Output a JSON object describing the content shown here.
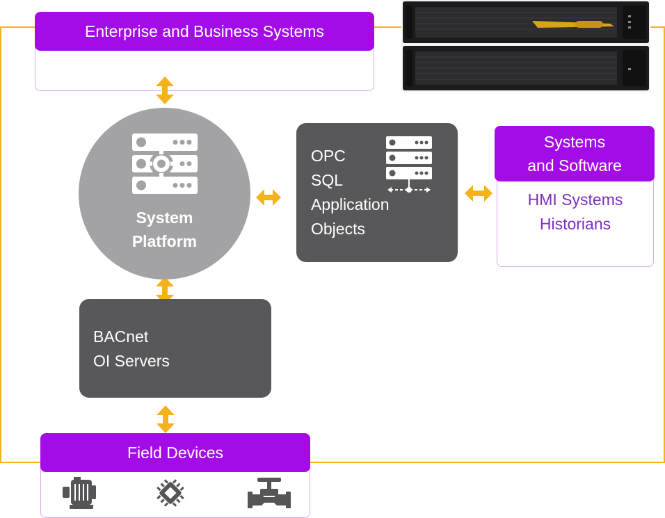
{
  "diagram": {
    "enterprise": {
      "title": "Enterprise and Business Systems"
    },
    "system_platform": {
      "line1": "System",
      "line2": "Platform"
    },
    "opc_box": {
      "lines": [
        "OPC",
        "SQL",
        "Application",
        "Objects"
      ]
    },
    "systems_software": {
      "title_line1": "Systems",
      "title_line2": "and Software",
      "items": [
        "HMI Systems",
        "Historians"
      ]
    },
    "bacnet_box": {
      "lines": [
        "BACnet",
        "OI Servers"
      ]
    },
    "field_devices": {
      "title": "Field Devices"
    }
  },
  "colors": {
    "accent_purple": "#a30ce6",
    "panel_border": "#d9a6ef",
    "connector_orange": "#f5b21a",
    "dark_box": "#58585a",
    "circle_gray": "#a3a3a5",
    "list_text_purple": "#7c2fc2"
  },
  "icons": [
    "server-gear-icon",
    "server-network-icon",
    "motor-icon",
    "chip-icon",
    "valve-icon",
    "server-rack-photo"
  ]
}
